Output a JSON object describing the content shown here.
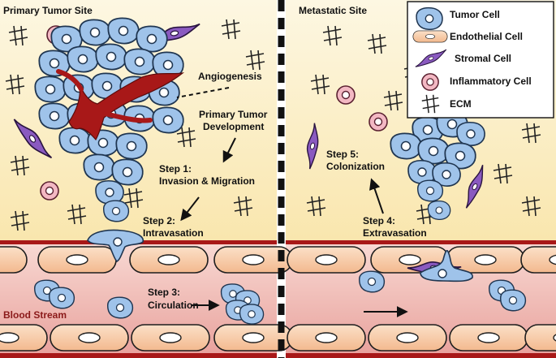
{
  "panels": {
    "primary_title": "Primary Tumor Site",
    "metastatic_title": "Metastatic Site",
    "blood_stream": "Blood Stream"
  },
  "labels": {
    "angiogenesis": "Angiogenesis",
    "primary_dev_1": "Primary Tumor",
    "primary_dev_2": "Development",
    "step1_1": "Step 1:",
    "step1_2": "Invasion & Migration",
    "step2_1": "Step 2:",
    "step2_2": "Intravasation",
    "step3_1": "Step 3:",
    "step3_2": "Circulation",
    "step4_1": "Step 4:",
    "step4_2": "Extravasation",
    "step5_1": "Step 5:",
    "step5_2": "Colonization"
  },
  "legend": {
    "items": [
      {
        "label": "Tumor Cell",
        "icon": "tumor-cell-icon"
      },
      {
        "label": "Endothelial Cell",
        "icon": "endothelial-cell-icon"
      },
      {
        "label": "Stromal Cell",
        "icon": "stromal-cell-icon"
      },
      {
        "label": "Inflammatory Cell",
        "icon": "inflammatory-cell-icon"
      },
      {
        "label": "ECM",
        "icon": "ecm-icon"
      }
    ]
  },
  "colors": {
    "tissue_top": "#fdf6de",
    "tissue_bottom": "#f9e7b0",
    "tumor_fill": "#9fc3ea",
    "tumor_stroke": "#1f3550",
    "endothelial_fill": "#f7c9a0",
    "stromal_fill": "#8a5ac0",
    "inflammatory_fill": "#f3b8c3",
    "vessel_red": "#a81818",
    "blood_text": "#8b1a1a",
    "blood_top": "#f6cfc9",
    "blood_bottom": "#e58f8c"
  }
}
